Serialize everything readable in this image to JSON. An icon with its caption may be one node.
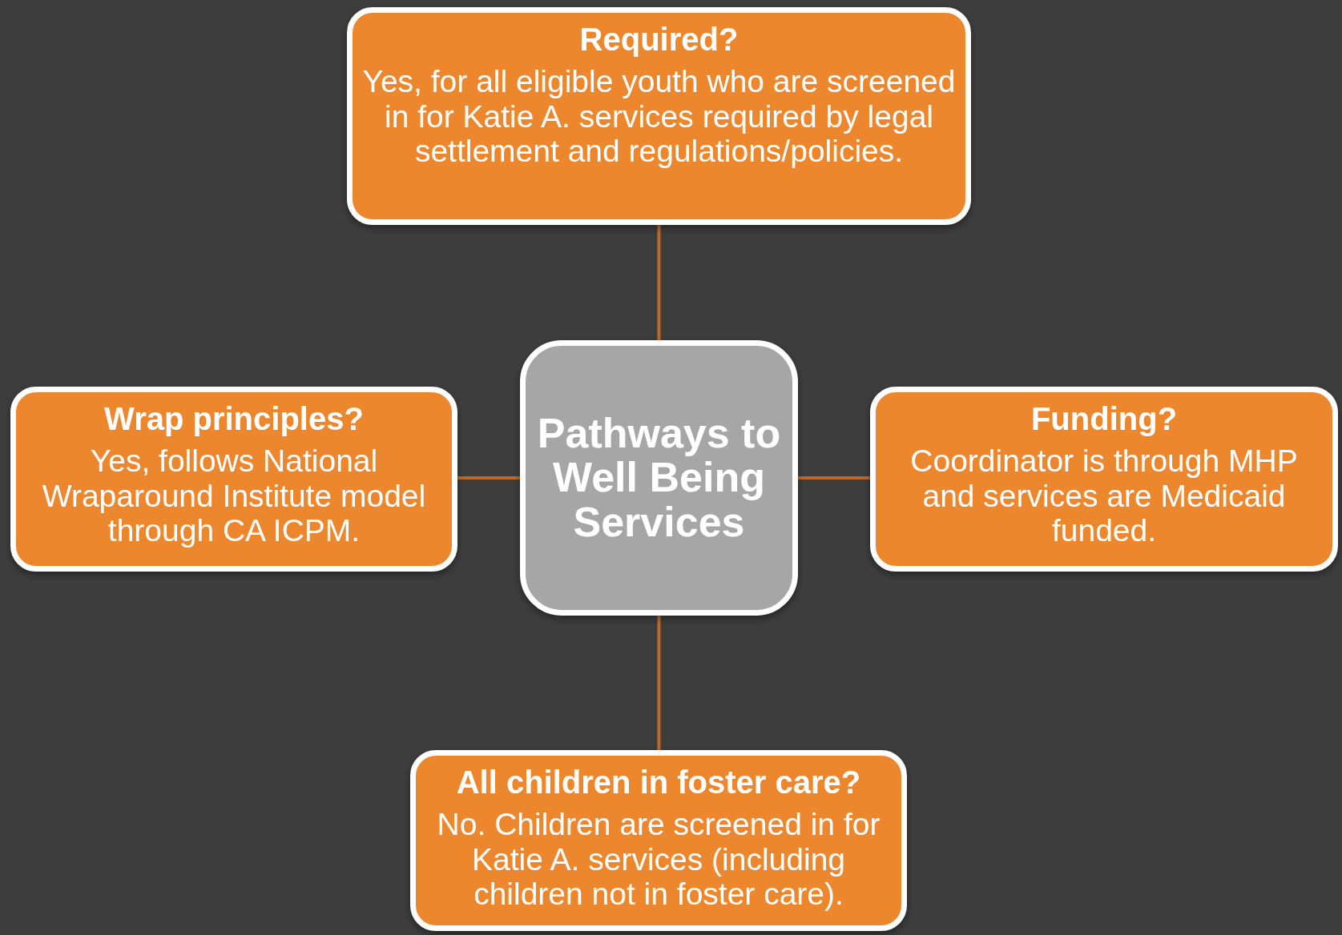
{
  "diagram": {
    "nodes": [
      {
        "text": [
          "Required?",
          "Yes, for all eligible youth who are screened in for Katie A. services required by legal settlement and regulations/policies."
        ]
      },
      {
        "text": [
          "Wrap principles?",
          "Yes, follows National Wraparound Institute model through CA ICPM."
        ]
      },
      {
        "text": [
          "Pathways to Well Being Services"
        ]
      },
      {
        "text": [
          "Funding?",
          "Coordinator is through MHP and services are Medicaid funded."
        ]
      },
      {
        "text": [
          "All children in foster care?",
          "No. Children are screened in for Katie A. services (including children not in foster care)."
        ]
      }
    ],
    "edges": [
      {
        "from": 2,
        "to": 0,
        "arrow": "none"
      },
      {
        "from": 2,
        "to": 1,
        "arrow": "none"
      },
      {
        "from": 2,
        "to": 3,
        "arrow": "none"
      },
      {
        "from": 2,
        "to": 4,
        "arrow": "none"
      }
    ]
  }
}
